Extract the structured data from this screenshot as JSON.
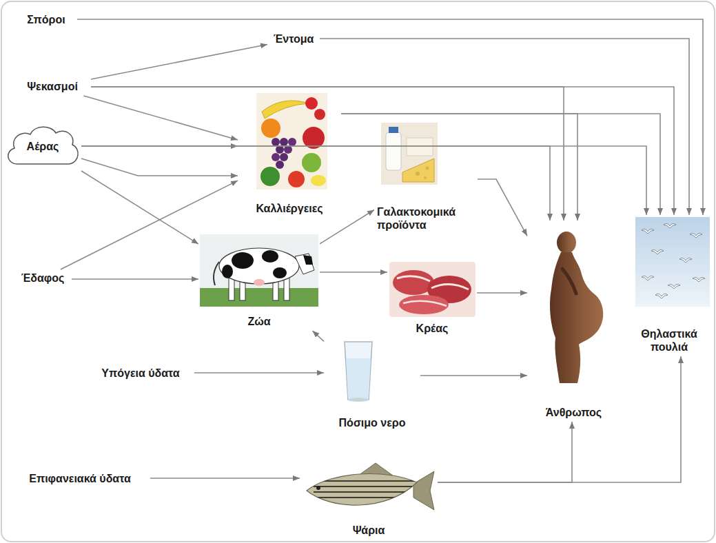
{
  "diagram": {
    "nodes": [
      {
        "text": [
          "Σπόροι"
        ]
      },
      {
        "text": [
          "Έντομα"
        ]
      },
      {
        "text": [
          "Ψεκασμοί"
        ]
      },
      {
        "text": [
          "Αέρας"
        ]
      },
      {
        "text": [
          "Καλλιέργειες"
        ]
      },
      {
        "text": [
          "Γαλακτοκομικά προϊόντα"
        ]
      },
      {
        "text": [
          "Έδαφος"
        ]
      },
      {
        "text": [
          "Ζώα"
        ]
      },
      {
        "text": [
          "Κρέας"
        ]
      },
      {
        "text": [
          "Υπόγεια ύδατα"
        ]
      },
      {
        "text": [
          "Πόσιμο νερο"
        ]
      },
      {
        "text": [
          "Άνθρωπος"
        ]
      },
      {
        "text": [
          "Θηλαστικά πουλιά"
        ]
      },
      {
        "text": [
          "Επιφανειακά ύδατα"
        ]
      },
      {
        "text": [
          "Ψάρια"
        ]
      }
    ],
    "edges": [
      {
        "from": 0,
        "to": 12,
        "arrow": "to"
      },
      {
        "from": 2,
        "to": 1,
        "arrow": "to"
      },
      {
        "from": 1,
        "to": 12,
        "arrow": "to"
      },
      {
        "from": 2,
        "to": 4,
        "arrow": "to"
      },
      {
        "from": 2,
        "to": 11,
        "arrow": "to"
      },
      {
        "from": 2,
        "to": 12,
        "arrow": "to"
      },
      {
        "from": 4,
        "to": 11,
        "arrow": "to"
      },
      {
        "from": 4,
        "to": 12,
        "arrow": "to"
      },
      {
        "from": 3,
        "to": 4,
        "arrow": "to"
      },
      {
        "from": 3,
        "to": 4,
        "arrow": "to"
      },
      {
        "from": 3,
        "to": 11,
        "arrow": "to"
      },
      {
        "from": 3,
        "to": 12,
        "arrow": "to"
      },
      {
        "from": 3,
        "to": 7,
        "arrow": "to"
      },
      {
        "from": 6,
        "to": 4,
        "arrow": "to"
      },
      {
        "from": 6,
        "to": 7,
        "arrow": "to"
      },
      {
        "from": 7,
        "to": 5,
        "arrow": "to"
      },
      {
        "from": 7,
        "to": 8,
        "arrow": "to"
      },
      {
        "from": 5,
        "to": 11,
        "arrow": "to"
      },
      {
        "from": 8,
        "to": 11,
        "arrow": "to"
      },
      {
        "from": 9,
        "to": 10,
        "arrow": "to"
      },
      {
        "from": 10,
        "to": 7,
        "arrow": "to"
      },
      {
        "from": 10,
        "to": 11,
        "arrow": "to"
      },
      {
        "from": 13,
        "to": 14,
        "arrow": "to"
      },
      {
        "from": 14,
        "to": 11,
        "arrow": "to"
      },
      {
        "from": 14,
        "to": 12,
        "arrow": "to"
      }
    ]
  }
}
